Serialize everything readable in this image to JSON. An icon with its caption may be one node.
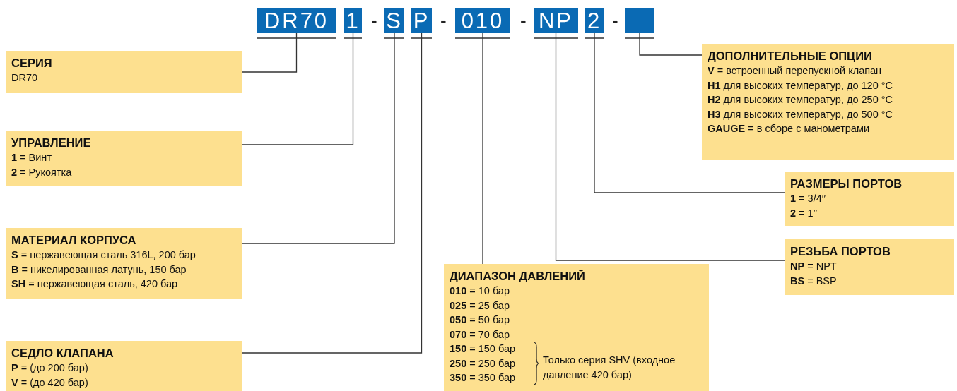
{
  "diagram": {
    "nodes": [
      {
        "text": [
          "DR70"
        ]
      },
      {
        "text": [
          "1"
        ]
      },
      {
        "text": [
          "S"
        ]
      },
      {
        "text": [
          "P"
        ]
      },
      {
        "text": [
          "010"
        ]
      },
      {
        "text": [
          "NP"
        ]
      },
      {
        "text": [
          "2"
        ]
      },
      {
        "text": [],
        "shape": "box"
      },
      {
        "text": [
          "СЕРИЯ",
          "DR70"
        ]
      },
      {
        "text": [
          "УПРАВЛЕНИЕ",
          "**1** = Винт",
          "**2** = Рукоятка"
        ]
      },
      {
        "text": [
          "МАТЕРИАЛ КОРПУСА",
          "**S** = нержавеющая сталь 316L, 200 бар",
          "**B** = никелированная латунь, 150 бар",
          "**SH** = нержавеющая сталь, 420 бар"
        ]
      },
      {
        "text": [
          "СЕДЛО КЛАПАНА",
          "**P** = (до 200 бар)",
          "**V** = (до 420 бар)"
        ]
      },
      {
        "text": [
          "ДИАПАЗОН ДАВЛЕНИЙ",
          "**010** = 10 бар",
          "**025** = 25 бар",
          "**050** = 50 бар",
          "**070** = 70 бар",
          "**150** = 150 бар",
          "**250** = 250 бар",
          "**350** = 350 бар",
          "Только серия SHV (входное давление 420 бар)"
        ]
      },
      {
        "text": [
          "ДОПОЛНИТЕЛЬНЫЕ ОПЦИИ",
          "**V** = встроенный перепускной клапан",
          "**H1** для высоких температур, до 120 °C",
          "**H2** для высоких температур, до 250 °C",
          "**H3** для высоких температур, до 500 °C",
          "**GAUGE** = в сборе с манометрами"
        ]
      },
      {
        "text": [
          "РАЗМЕРЫ ПОРТОВ",
          "**1** = 3/4′′",
          "**2** = 1′′"
        ]
      },
      {
        "text": [
          "РЕЗЬБА ПОРТОВ",
          "**NP** = NPT",
          "**BS** = BSP"
        ]
      }
    ],
    "edges": [
      {
        "from": 0,
        "to": 8,
        "arrow": "none"
      },
      {
        "from": 1,
        "to": 9,
        "arrow": "none"
      },
      {
        "from": 2,
        "to": 10,
        "arrow": "none"
      },
      {
        "from": 3,
        "to": 11,
        "arrow": "none"
      },
      {
        "from": 4,
        "to": 12,
        "arrow": "none"
      },
      {
        "from": 5,
        "to": 15,
        "arrow": "none"
      },
      {
        "from": 6,
        "to": 14,
        "arrow": "none"
      },
      {
        "from": 7,
        "to": 13,
        "arrow": "none"
      }
    ],
    "labels": [
      "-",
      "-",
      "-",
      "-"
    ]
  }
}
